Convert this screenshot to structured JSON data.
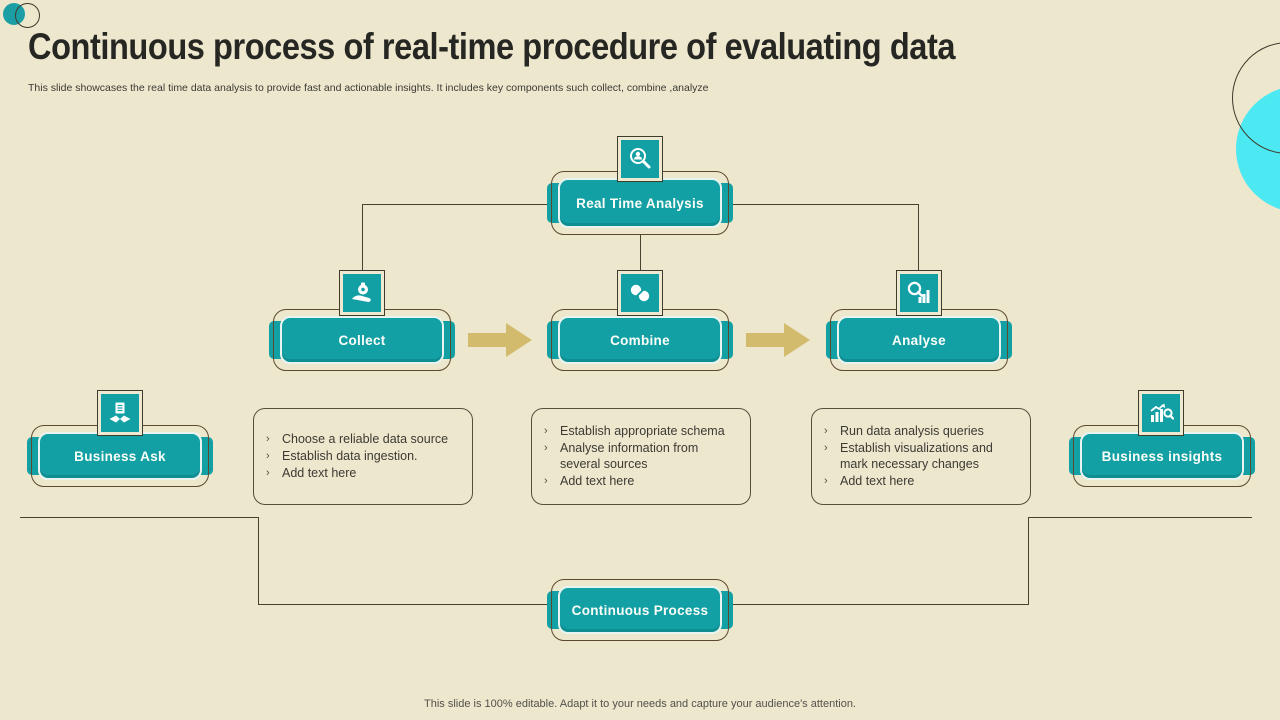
{
  "slide": {
    "title": "Continuous process of real-time procedure of evaluating data",
    "subtitle": "This slide showcases the real time data analysis to provide fast and actionable insights. It includes key components such collect, combine ,analyze",
    "footer": "This slide is 100% editable. Adapt it to your needs and capture your audience's attention."
  },
  "colors": {
    "background": "#EDE7CE",
    "node_teal": "#13A0A5",
    "decoration_cyan": "#4DE9F2",
    "arrow_tan": "#D2BB6C",
    "line": "#454230",
    "text": "#3C3A33"
  },
  "flow": {
    "root": {
      "label": "Real Time Analysis",
      "icon": "person-search-icon"
    },
    "stages": [
      {
        "label": "Collect",
        "icon": "money-hand-icon"
      },
      {
        "label": "Combine",
        "icon": "link-icon"
      },
      {
        "label": "Analyse",
        "icon": "search-chart-icon"
      }
    ],
    "endpoints": [
      {
        "label": "Business Ask",
        "icon": "document-handshake-icon"
      },
      {
        "label": "Business insights",
        "icon": "chart-search-icon"
      }
    ],
    "cycle": {
      "label": "Continuous Process"
    }
  },
  "detail_boxes": [
    {
      "bullets": [
        "Choose a reliable data source",
        "Establish data ingestion.",
        "Add text here"
      ]
    },
    {
      "bullets": [
        "Establish appropriate schema",
        "Analyse information from several sources",
        "Add text here"
      ]
    },
    {
      "bullets": [
        "Run data analysis queries",
        "Establish visualizations and mark necessary changes",
        "Add text here"
      ]
    }
  ]
}
